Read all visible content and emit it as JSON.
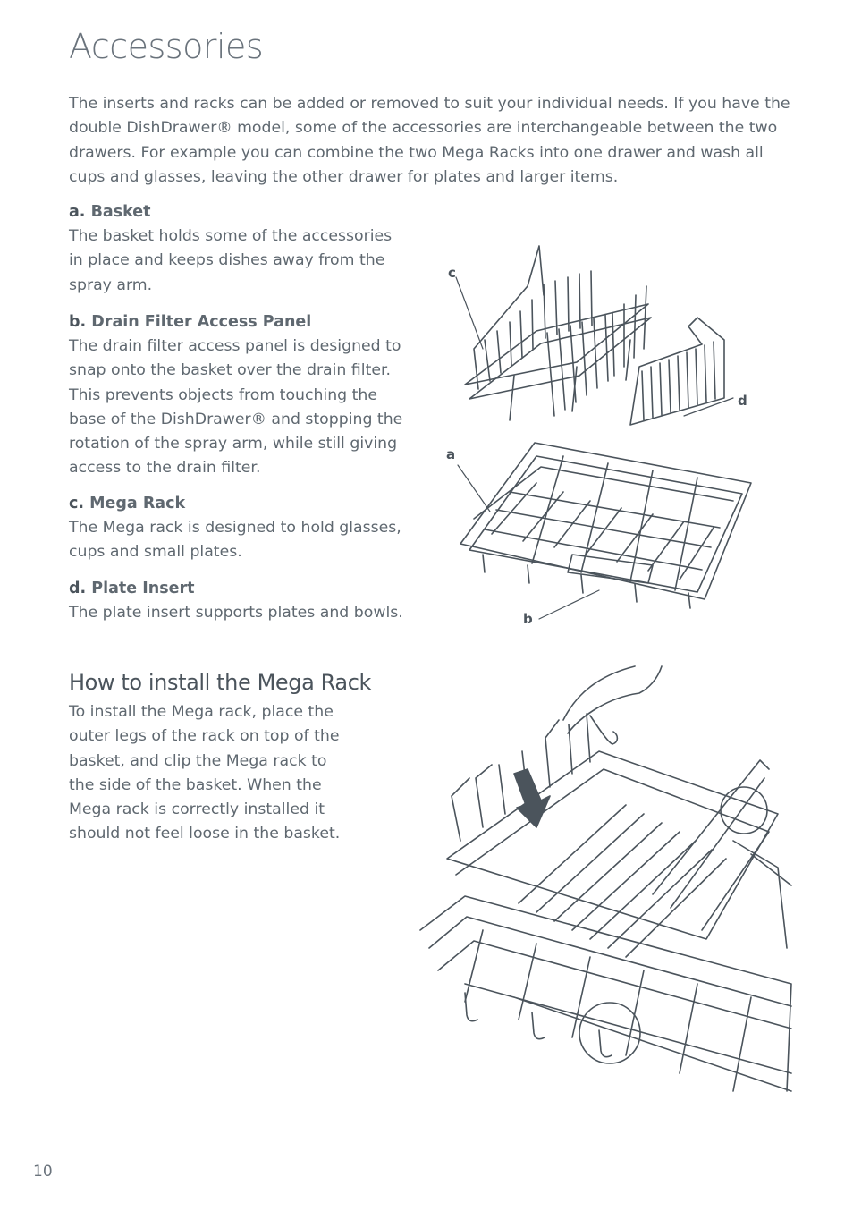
{
  "page": {
    "title": "Accessories",
    "intro": "The inserts and racks can be added or removed to suit your individual needs. If you have the double DishDrawer® model, some of the accessories are interchangeable between the two drawers. For example you can combine the two Mega Racks into one drawer and wash all cups and glasses, leaving the other drawer for plates and larger items.",
    "page_number": "10"
  },
  "accessories": [
    {
      "letter": "a.",
      "name": "Basket",
      "text": "The basket holds some of the  accessories in place and keeps dishes away from the spray arm."
    },
    {
      "letter": "b.",
      "name": "Drain Filter Access Panel",
      "text": "The drain filter access panel is designed to snap onto the basket over the drain filter. This prevents objects from touching the base of the DishDrawer® and stopping the rotation of the spray arm, while still giving access to the drain filter."
    },
    {
      "letter": "c.",
      "name": "Mega Rack",
      "text": "The Mega rack is designed to hold glasses, cups and small plates."
    },
    {
      "letter": "d.",
      "name": "Plate Insert",
      "text": "The plate insert supports plates and bowls."
    }
  ],
  "diagram_labels": {
    "c": "c",
    "d": "d",
    "a": "a",
    "b": "b"
  },
  "install": {
    "heading": "How to install the Mega Rack",
    "text": "To install the Mega rack, place the outer legs of the rack on top of the basket, and clip the Mega rack to the side of the basket. When the Mega rack is correctly installed it should not feel loose in the basket."
  }
}
